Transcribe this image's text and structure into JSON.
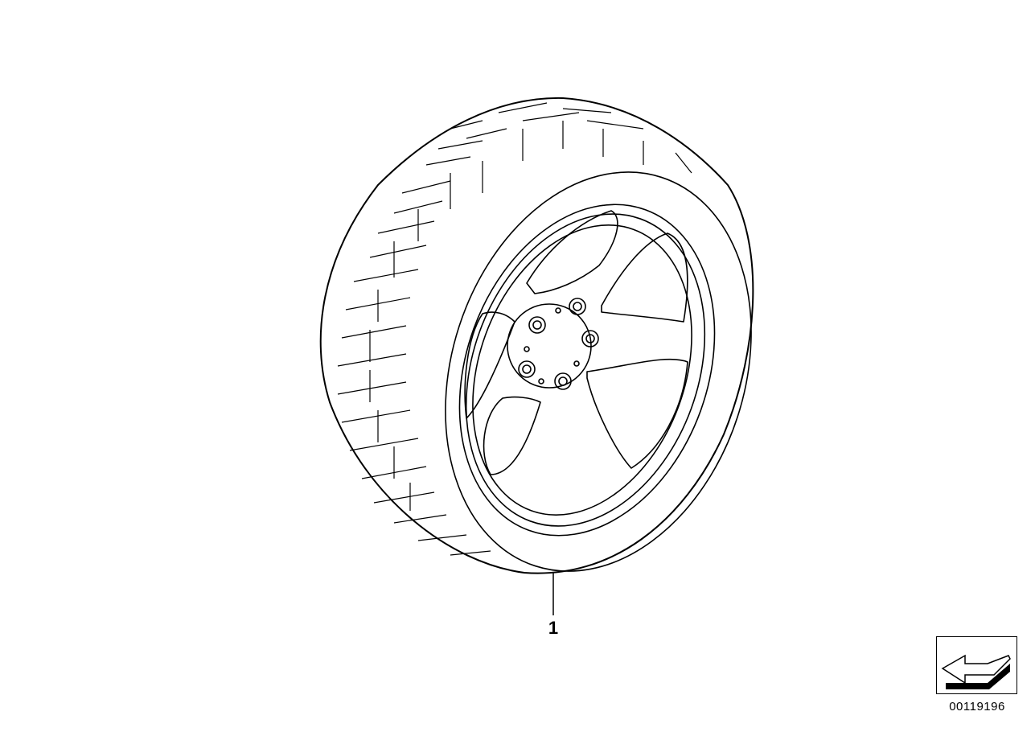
{
  "diagram": {
    "part_callouts": [
      {
        "number": "1"
      }
    ],
    "reference_number": "00119196",
    "line_color": "#000000",
    "background": "#ffffff",
    "icons": [
      "wheel-assembly-illustration",
      "bmw-roundel-icon",
      "orientation-arrow-icon"
    ]
  }
}
